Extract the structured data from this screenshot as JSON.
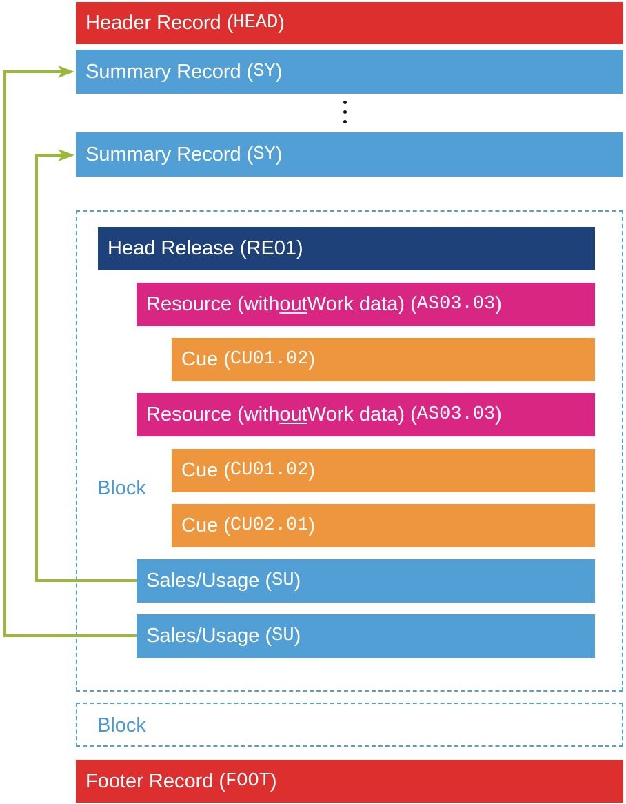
{
  "header": {
    "text": "Header Record (",
    "code": "HEAD",
    "close": ")"
  },
  "summary": [
    {
      "text": "Summary Record (",
      "code": "SY",
      "close": ")"
    },
    {
      "text": "Summary Record (",
      "code": "SY",
      "close": ")"
    }
  ],
  "ellipsis": "⋮",
  "block1": {
    "label": "Block",
    "head_release": "Head Release (RE01)",
    "resource1": {
      "pre": "Resource (with",
      "underlined": "out",
      "post": " Work data) (",
      "code": "AS03.03",
      "close": ")"
    },
    "cue1": {
      "text": "Cue (",
      "code": "CU01.02",
      "close": ")"
    },
    "resource2": {
      "pre": "Resource (with",
      "underlined": "out",
      "post": " Work data) (",
      "code": "AS03.03",
      "close": ")"
    },
    "cue2": {
      "text": "Cue (",
      "code": "CU01.02",
      "close": ")"
    },
    "cue3": {
      "text": "Cue (",
      "code": "CU02.01",
      "close": ")"
    },
    "sales1": {
      "text": "Sales/Usage (",
      "code": "SU",
      "close": ")"
    },
    "sales2": {
      "text": "Sales/Usage (",
      "code": "SU",
      "close": ")"
    }
  },
  "block2": {
    "label": "Block"
  },
  "footer": {
    "text": "Footer Record (",
    "code": "FOOT",
    "close": ")"
  },
  "colors": {
    "record_red": "#dc2f2e",
    "record_blue": "#529fd5",
    "head_release_navy": "#1f4179",
    "resource_pink": "#d92683",
    "cue_orange": "#ed963e",
    "arrow_green": "#9ab93a"
  }
}
